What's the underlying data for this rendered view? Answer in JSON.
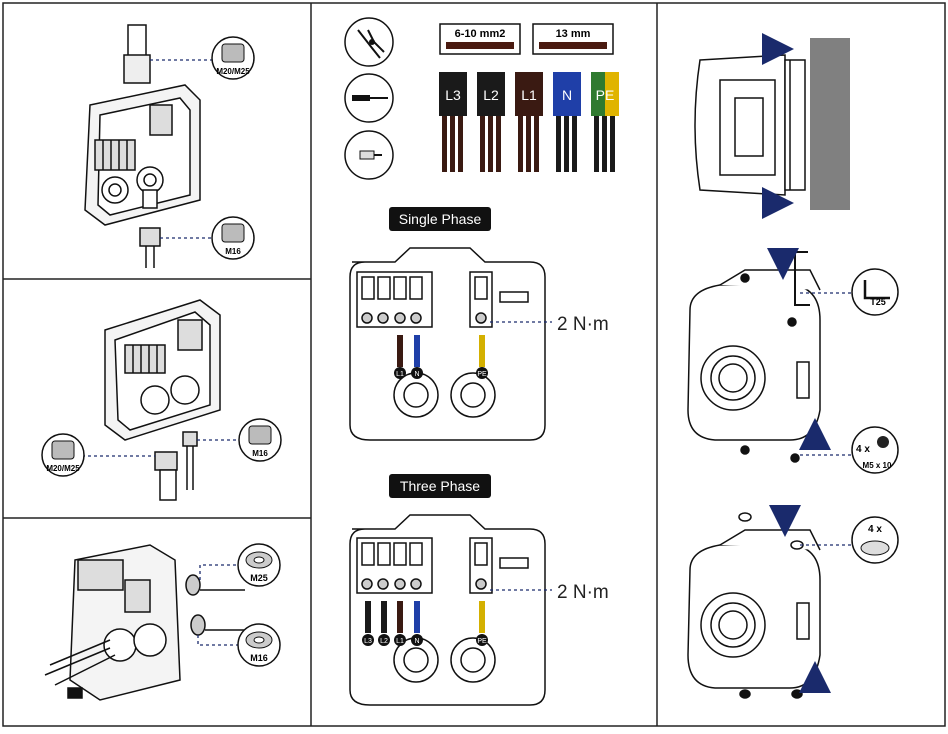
{
  "panel_left": {
    "gland_top": "M20/M25",
    "gland_bottom": "M16",
    "gland_left_mid": "M20/M25",
    "gland_right_mid": "M16",
    "grommet_top": "M25",
    "grommet_bottom": "M16"
  },
  "panel_center": {
    "tool_icons": [
      "crimping-pliers-icon",
      "screwdriver-icon",
      "ferrule-icon"
    ],
    "cross_section": "6-10 mm2",
    "strip_length": "13 mm",
    "wires": [
      {
        "label": "L3",
        "color": "#1a1a1a"
      },
      {
        "label": "L2",
        "color": "#1a1a1a"
      },
      {
        "label": "L1",
        "color": "#3a1a12"
      },
      {
        "label": "N",
        "color": "#1f3fa8"
      },
      {
        "label": "PE",
        "color": "#2f7a2f",
        "stripe": "#e0b400"
      }
    ],
    "single_phase_title": "Single Phase",
    "three_phase_title": "Three Phase",
    "torque": "2 N·m",
    "single_terminals": [
      "L1",
      "N",
      "PE"
    ],
    "three_terminals": [
      "L3",
      "L2",
      "L1",
      "N",
      "PE"
    ]
  },
  "panel_right": {
    "tool_label": "T25",
    "screw_count": "4 x",
    "screw_size": "M5 x 10",
    "cap_count": "4 x"
  },
  "colors": {
    "arrow": "#1a2a6c",
    "wall": "#808080",
    "line": "#111111"
  }
}
